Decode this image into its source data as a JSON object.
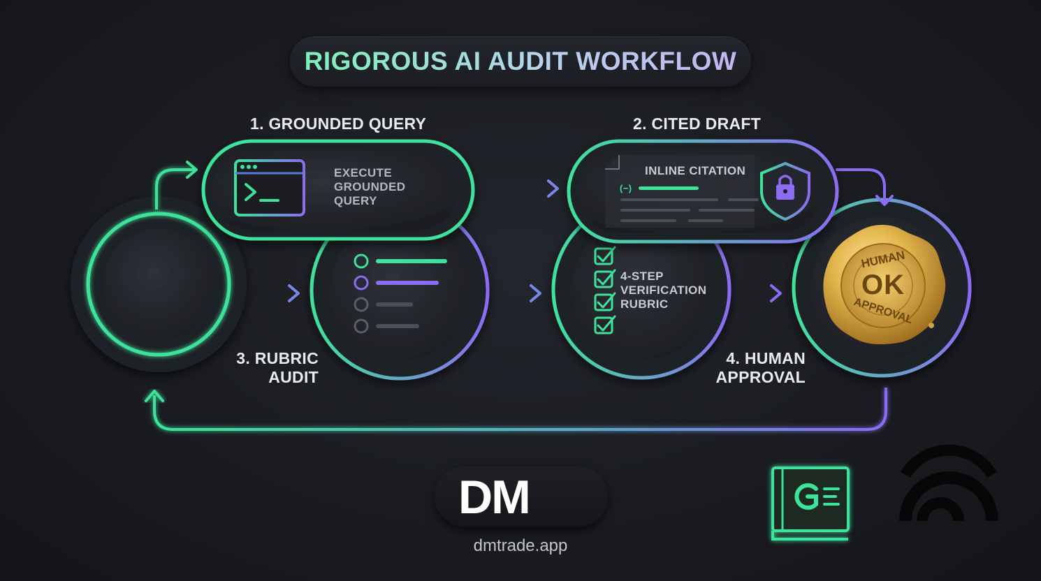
{
  "title": "RIGOROUS AI AUDIT WORKFLOW",
  "steps": {
    "step1": "1. GROUNDED QUERY",
    "step2": "2. CITED DRAFT",
    "step3": [
      "3. RUBRIC",
      "AUDIT"
    ],
    "step4": [
      "4. HUMAN",
      "APPROVAL"
    ]
  },
  "query_card": {
    "icon": "terminal-icon",
    "text": [
      "EXECUTE",
      "GROUNDED",
      "QUERY"
    ]
  },
  "draft_card": {
    "icon": "shield-lock-icon",
    "citation_label": "INLINE CITATION",
    "citation_marker": "(−)"
  },
  "rubric_node": {
    "icon": "checkbox-icon",
    "text": [
      "4-STEP",
      "VERIFICATION",
      "RUBRIC"
    ]
  },
  "approval_seal": {
    "top": "HUMAN",
    "center": "OK",
    "bottom": "APPROVAL"
  },
  "branding": {
    "logo_text": "DM",
    "url": "dmtrade.app"
  },
  "colors": {
    "green": "#3ee39a",
    "purple": "#8b6cf2",
    "gold": "#d9a73a"
  }
}
